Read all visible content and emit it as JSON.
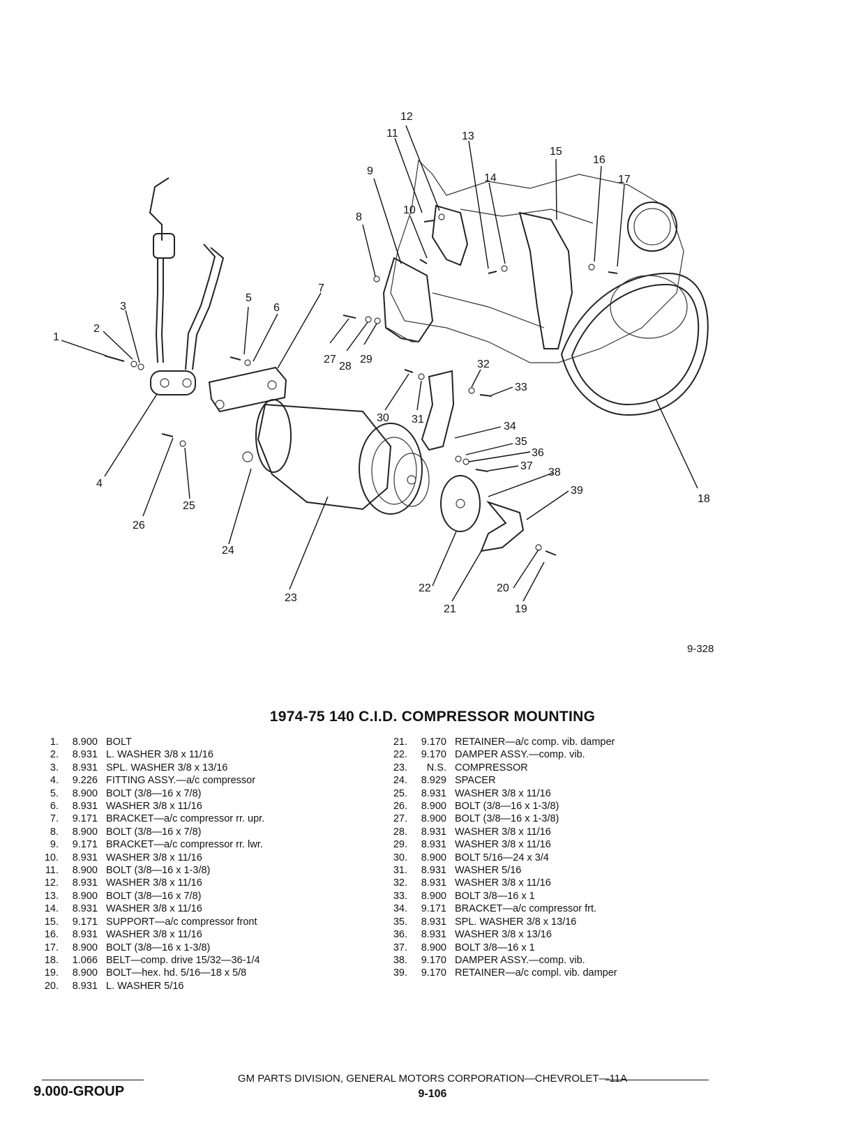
{
  "figure_code": "9-328",
  "title": "1974-75 140 C.I.D. COMPRESSOR MOUNTING",
  "callouts": [
    "1",
    "2",
    "3",
    "4",
    "5",
    "6",
    "7",
    "8",
    "9",
    "10",
    "11",
    "12",
    "13",
    "14",
    "15",
    "16",
    "17",
    "18",
    "19",
    "20",
    "21",
    "22",
    "23",
    "24",
    "25",
    "26",
    "27",
    "28",
    "29",
    "30",
    "31",
    "32",
    "33",
    "34",
    "35",
    "36",
    "37",
    "38",
    "39"
  ],
  "parts_left": [
    {
      "no": "1.",
      "code": "8.900",
      "desc": "BOLT"
    },
    {
      "no": "2.",
      "code": "8.931",
      "desc": "L. WASHER 3/8 x 11/16"
    },
    {
      "no": "3.",
      "code": "8.931",
      "desc": "SPL. WASHER 3/8 x 13/16"
    },
    {
      "no": "4.",
      "code": "9.226",
      "desc": "FITTING ASSY.—a/c compressor"
    },
    {
      "no": "5.",
      "code": "8.900",
      "desc": "BOLT (3/8—16 x 7/8)"
    },
    {
      "no": "6.",
      "code": "8.931",
      "desc": "WASHER 3/8 x 11/16"
    },
    {
      "no": "7.",
      "code": "9.171",
      "desc": "BRACKET—a/c compressor rr. upr."
    },
    {
      "no": "8.",
      "code": "8.900",
      "desc": "BOLT (3/8—16 x 7/8)"
    },
    {
      "no": "9.",
      "code": "9.171",
      "desc": "BRACKET—a/c compressor rr. lwr."
    },
    {
      "no": "10.",
      "code": "8.931",
      "desc": "WASHER 3/8 x 11/16"
    },
    {
      "no": "11.",
      "code": "8.900",
      "desc": "BOLT (3/8—16 x 1-3/8)"
    },
    {
      "no": "12.",
      "code": "8.931",
      "desc": "WASHER 3/8 x 11/16"
    },
    {
      "no": "13.",
      "code": "8.900",
      "desc": "BOLT (3/8—16 x 7/8)"
    },
    {
      "no": "14.",
      "code": "8.931",
      "desc": "WASHER 3/8 x 11/16"
    },
    {
      "no": "15.",
      "code": "9.171",
      "desc": "SUPPORT—a/c compressor front"
    },
    {
      "no": "16.",
      "code": "8.931",
      "desc": "WASHER 3/8 x 11/16"
    },
    {
      "no": "17.",
      "code": "8.900",
      "desc": "BOLT (3/8—16 x 1-3/8)"
    },
    {
      "no": "18.",
      "code": "1.066",
      "desc": "BELT—comp. drive 15/32—36-1/4"
    },
    {
      "no": "19.",
      "code": "8.900",
      "desc": "BOLT—hex. hd. 5/16—18 x 5/8"
    },
    {
      "no": "20.",
      "code": "8.931",
      "desc": "L. WASHER 5/16"
    }
  ],
  "parts_right": [
    {
      "no": "21.",
      "code": "9.170",
      "desc": "RETAINER—a/c comp. vib. damper"
    },
    {
      "no": "22.",
      "code": "9.170",
      "desc": "DAMPER ASSY.—comp. vib."
    },
    {
      "no": "23.",
      "code": "N.S.",
      "desc": "COMPRESSOR"
    },
    {
      "no": "24.",
      "code": "8.929",
      "desc": "SPACER"
    },
    {
      "no": "25.",
      "code": "8.931",
      "desc": "WASHER 3/8 x 11/16"
    },
    {
      "no": "26.",
      "code": "8.900",
      "desc": "BOLT (3/8—16 x 1-3/8)"
    },
    {
      "no": "27.",
      "code": "8.900",
      "desc": "BOLT (3/8—16 x 1-3/8)"
    },
    {
      "no": "28.",
      "code": "8.931",
      "desc": "WASHER 3/8 x 11/16"
    },
    {
      "no": "29.",
      "code": "8.931",
      "desc": "WASHER 3/8 x 11/16"
    },
    {
      "no": "30.",
      "code": "8.900",
      "desc": "BOLT 5/16—24 x 3/4"
    },
    {
      "no": "31.",
      "code": "8.931",
      "desc": "WASHER 5/16"
    },
    {
      "no": "32.",
      "code": "8.931",
      "desc": "WASHER 3/8 x 11/16"
    },
    {
      "no": "33.",
      "code": "8.900",
      "desc": "BOLT 3/8—16 x 1"
    },
    {
      "no": "34.",
      "code": "9.171",
      "desc": "BRACKET—a/c compressor frt."
    },
    {
      "no": "35.",
      "code": "8.931",
      "desc": "SPL. WASHER 3/8 x 13/16"
    },
    {
      "no": "36.",
      "code": "8.931",
      "desc": "WASHER 3/8 x 13/16"
    },
    {
      "no": "37.",
      "code": "8.900",
      "desc": "BOLT 3/8—16 x 1"
    },
    {
      "no": "38.",
      "code": "9.170",
      "desc": "DAMPER ASSY.—comp. vib."
    },
    {
      "no": "39.",
      "code": "9.170",
      "desc": "RETAINER—a/c compl. vib. damper"
    }
  ],
  "footer": {
    "publisher": "GM PARTS DIVISION, GENERAL MOTORS CORPORATION—CHEVROLET—11A",
    "group": "9.000-GROUP",
    "page": "9-106"
  }
}
